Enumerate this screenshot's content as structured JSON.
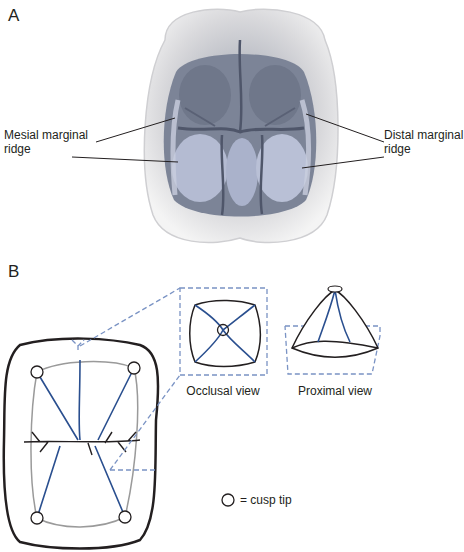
{
  "diagram": {
    "labels": [
      "A",
      "Mesial marginal ridge",
      "Distal marginal ridge",
      "B",
      "Occlusal view",
      "Proximal view"
    ],
    "legend": [
      {
        "text": "= cusp tip"
      }
    ]
  }
}
